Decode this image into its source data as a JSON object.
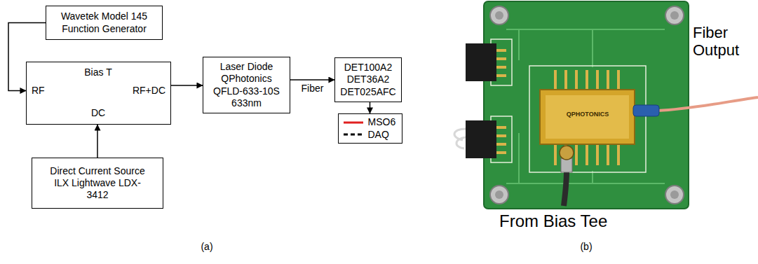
{
  "diagram": {
    "nodes": [
      {
        "text": [
          "Wavetek Model 145 Function Generator"
        ]
      },
      {
        "text": [
          "Bias T",
          "RF",
          "RF+DC",
          "DC"
        ]
      },
      {
        "text": [
          "Direct Current Source ILX Lightwave LDX-3412"
        ]
      },
      {
        "text": [
          "Laser Diode QPhotonics QFLD-633-10S 633nm"
        ]
      },
      {
        "text": [
          "DET100A2 DET36A2 DET025AFC"
        ]
      },
      {
        "text": [
          "MSO6",
          "DAQ"
        ]
      }
    ],
    "edges": [
      {
        "from": 0,
        "to": 1,
        "arrow": "to"
      },
      {
        "from": 2,
        "to": 1,
        "arrow": "to"
      },
      {
        "from": 1,
        "to": 3,
        "arrow": "to"
      },
      {
        "from": 3,
        "to": 4,
        "label": "Fiber",
        "arrow": "to"
      },
      {
        "from": 4,
        "to": 5,
        "arrow": "to"
      }
    ],
    "labels": [
      "Fiber Output",
      "From Bias Tee",
      "QPHOTONICS",
      "(a)",
      "(b)"
    ]
  }
}
